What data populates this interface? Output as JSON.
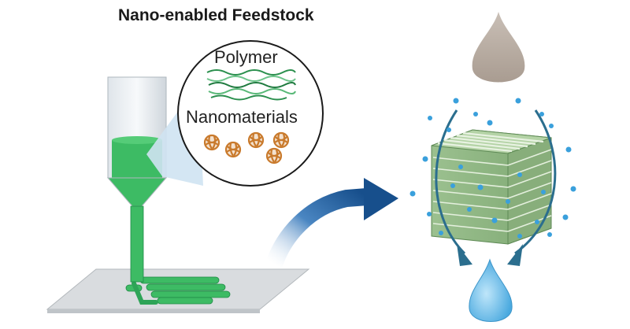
{
  "title": "Nano-enabled Feedstock",
  "bubble": {
    "label_top": "Polymer",
    "label_bottom": "Nanomaterials"
  },
  "colors": {
    "polymer_green": "#3dbb64",
    "polymer_dark": "#1f8a45",
    "nanoparticle": "#c97a2c",
    "arrow_blue": "#1a5c9e",
    "water_blue": "#3aa0dc",
    "drop_gray": "#b9ada3",
    "drop_clean": "#5fb8e6",
    "bubble_fill": "#cfe3f2"
  },
  "icons": [
    "syringe-nozzle-icon",
    "print-bed-icon",
    "magnifier-bubble-icon",
    "polymer-chains-icon",
    "nanoparticle-icon",
    "curved-arrow-icon",
    "contaminated-drop-icon",
    "lattice-filter-icon",
    "clean-drop-icon"
  ]
}
